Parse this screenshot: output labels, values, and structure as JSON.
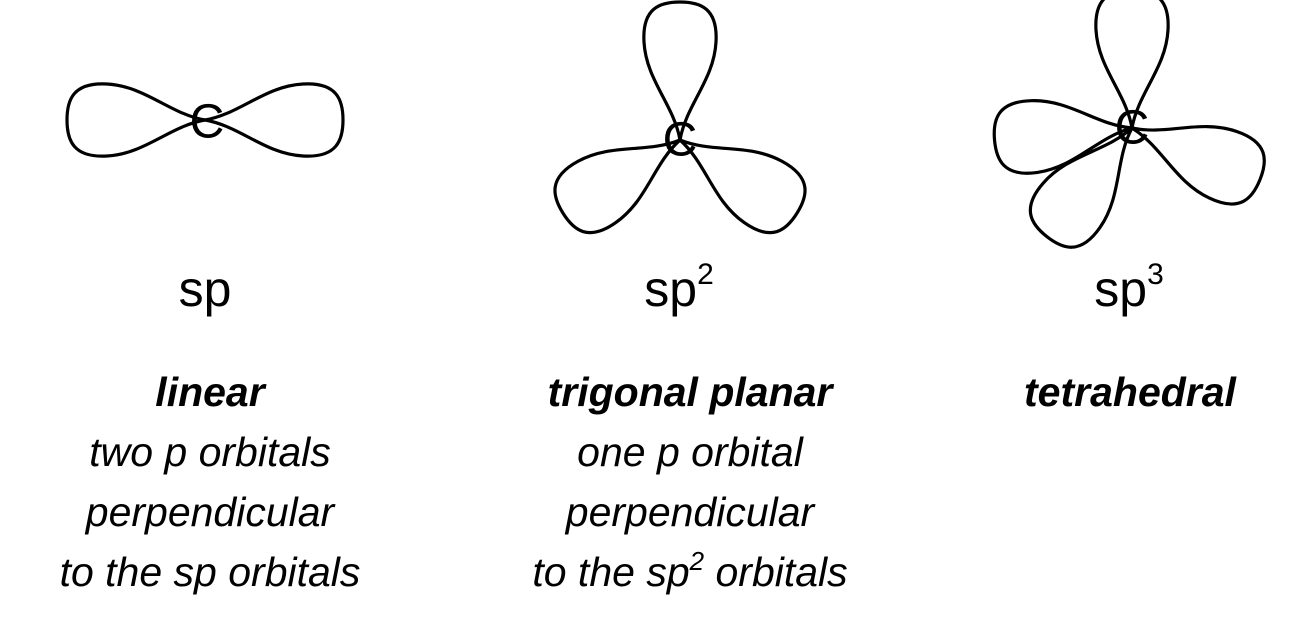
{
  "diagram": {
    "columns": [
      {
        "atom": "C",
        "hybrid_base": "sp",
        "hybrid_exp": "",
        "geometry": "linear",
        "lines": [
          "two p orbitals",
          "perpendicular",
          "to the sp orbitals"
        ]
      },
      {
        "atom": "C",
        "hybrid_base": "sp",
        "hybrid_exp": "2",
        "geometry": "trigonal planar",
        "lines": [
          "one p orbital",
          "perpendicular"
        ],
        "line3_pre": "to the sp",
        "line3_sup": "2",
        "line3_post": " orbitals"
      },
      {
        "atom": "C",
        "hybrid_base": "sp",
        "hybrid_exp": "3",
        "geometry": "tetrahedral"
      }
    ]
  }
}
